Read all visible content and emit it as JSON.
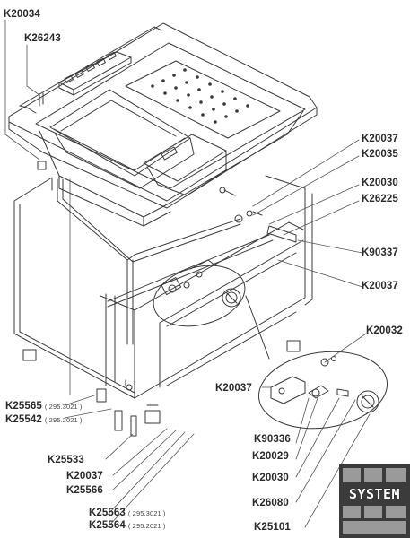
{
  "labels": {
    "k20034": "K20034",
    "k26243": "K26243",
    "k20037_a": "K20037",
    "k20035": "K20035",
    "k20030_a": "K20030",
    "k26225": "K26225",
    "k90337": "K90337",
    "k20037_b": "K20037",
    "k20032": "K20032",
    "k20037_c": "K20037",
    "k25565": "K25565",
    "k25565_note": "( 295.3021 )",
    "k25542": "K25542",
    "k25542_note": "( 295.2021 )",
    "k90336": "K90336",
    "k25533": "K25533",
    "k20029": "K20029",
    "k20037_d": "K20037",
    "k25566": "K25566",
    "k20030_b": "K20030",
    "k26080": "K26080",
    "k25563": "K25563",
    "k25563_note": "( 295.3021 )",
    "k25564": "K25564",
    "k25564_note": "( 295.2021 )",
    "k25101": "K25101"
  },
  "logo": {
    "text": "SYSTEM"
  },
  "colors": {
    "line": "#3a3a3a",
    "leader": "#555555",
    "logo_bg": "#3b3b3b"
  }
}
